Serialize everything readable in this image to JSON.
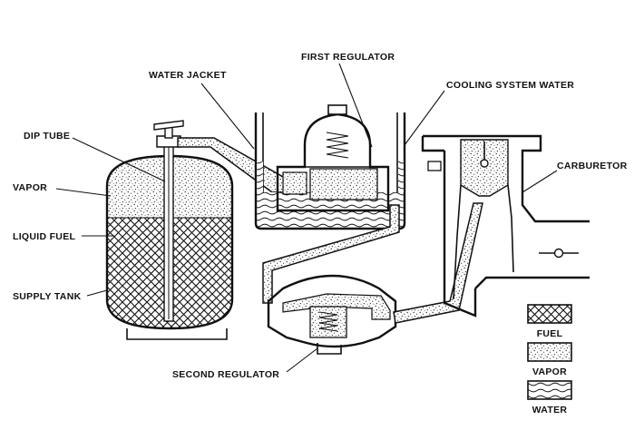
{
  "labels": {
    "first_regulator": "FIRST REGULATOR",
    "water_jacket": "WATER JACKET",
    "cooling_system_water": "COOLING SYSTEM WATER",
    "dip_tube": "DIP TUBE",
    "vapor": "VAPOR",
    "carburetor": "CARBURETOR",
    "liquid_fuel": "LIQUID FUEL",
    "supply_tank": "SUPPLY TANK",
    "second_regulator": "SECOND REGULATOR"
  },
  "legend": {
    "items": [
      {
        "label": "FUEL",
        "pattern": "crosshatch"
      },
      {
        "label": "VAPOR",
        "pattern": "stipple"
      },
      {
        "label": "WATER",
        "pattern": "wavy"
      }
    ]
  },
  "colors": {
    "ink": "#111111",
    "paper": "#ffffff"
  }
}
